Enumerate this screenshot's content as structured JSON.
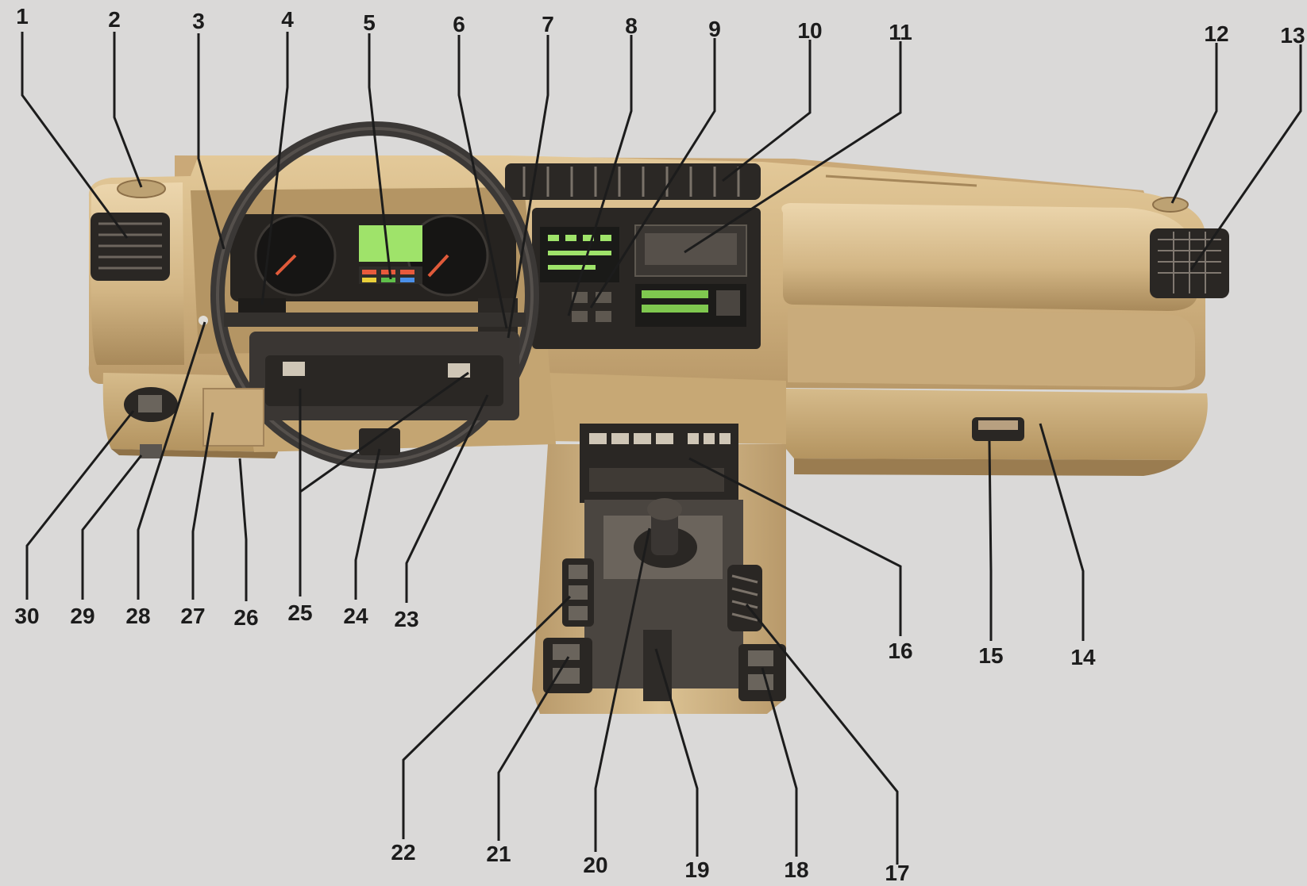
{
  "callouts": [
    {
      "label": "1"
    },
    {
      "label": "2"
    },
    {
      "label": "3"
    },
    {
      "label": "4"
    },
    {
      "label": "5"
    },
    {
      "label": "6"
    },
    {
      "label": "7"
    },
    {
      "label": "8"
    },
    {
      "label": "9"
    },
    {
      "label": "10"
    },
    {
      "label": "11"
    },
    {
      "label": "12"
    },
    {
      "label": "13"
    },
    {
      "label": "14"
    },
    {
      "label": "15"
    },
    {
      "label": "16"
    },
    {
      "label": "17"
    },
    {
      "label": "18"
    },
    {
      "label": "19"
    },
    {
      "label": "20"
    },
    {
      "label": "21"
    },
    {
      "label": "22"
    },
    {
      "label": "23"
    },
    {
      "label": "24"
    },
    {
      "label": "25"
    },
    {
      "label": "26"
    },
    {
      "label": "27"
    },
    {
      "label": "28"
    },
    {
      "label": "29"
    },
    {
      "label": "30"
    }
  ],
  "colors": {
    "background": "#dad9d8",
    "dash_body": "#d4b787",
    "dash_highlight": "#e6cda0",
    "dash_shadow": "#a8895a",
    "console_dark": "#262320",
    "wheel": "#3e3b39",
    "lcd_green": "#9fe36a",
    "ink": "#1c1c1c"
  },
  "icons": [
    "steering-wheel-icon",
    "instrument-cluster-icon",
    "air-vent-icon",
    "gear-lever-icon",
    "radio-icon",
    "handbrake-icon"
  ]
}
